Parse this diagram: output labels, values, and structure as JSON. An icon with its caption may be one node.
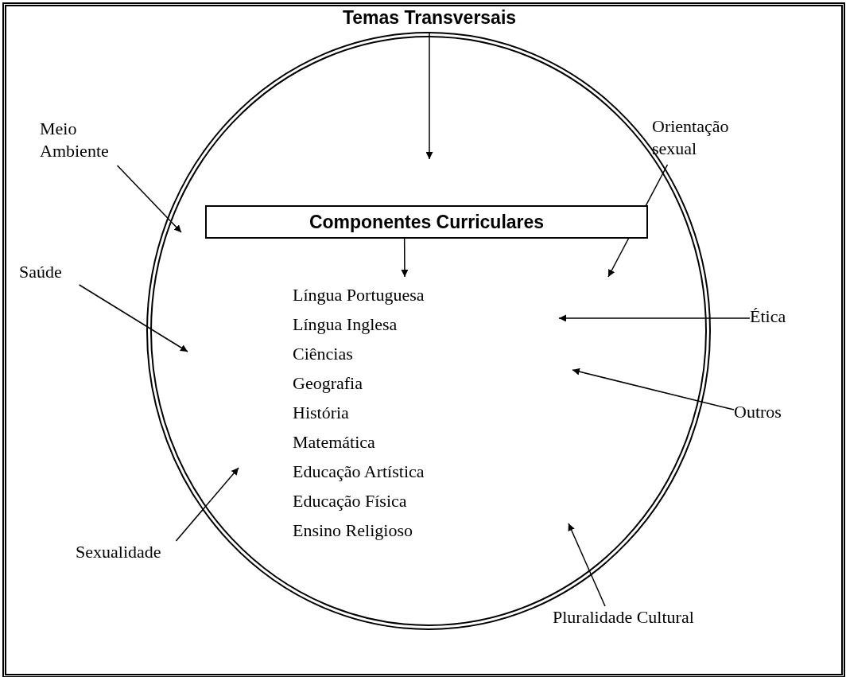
{
  "diagram": {
    "nodes": [
      {
        "text": [
          "Temas Transversais"
        ]
      },
      {
        "text": [
          "Componentes Curriculares"
        ]
      },
      {
        "text": [
          "Língua Portuguesa",
          "Língua Inglesa",
          "Ciências",
          "Geografia",
          "História",
          "Matemática",
          "Educação Artística",
          "Educação Física",
          "Ensino Religioso"
        ]
      },
      {
        "text": [
          "Meio Ambiente"
        ]
      },
      {
        "text": [
          "Orientação sexual"
        ]
      },
      {
        "text": [
          "Saúde"
        ]
      },
      {
        "text": [
          "Ética"
        ]
      },
      {
        "text": [
          "Outros"
        ]
      },
      {
        "text": [
          "Sexualidade"
        ]
      },
      {
        "text": [
          "Pluralidade Cultural"
        ]
      }
    ],
    "edges": [
      {
        "from": 0,
        "to": null,
        "arrow": "to"
      },
      {
        "from": 1,
        "to": 2,
        "arrow": "to"
      },
      {
        "from": 3,
        "to": null,
        "arrow": "to"
      },
      {
        "from": 4,
        "to": null,
        "arrow": "to"
      },
      {
        "from": 5,
        "to": null,
        "arrow": "to"
      },
      {
        "from": 6,
        "to": null,
        "arrow": "to"
      },
      {
        "from": 7,
        "to": null,
        "arrow": "to"
      },
      {
        "from": 8,
        "to": null,
        "arrow": "to"
      },
      {
        "from": 9,
        "to": null,
        "arrow": "to"
      }
    ]
  }
}
